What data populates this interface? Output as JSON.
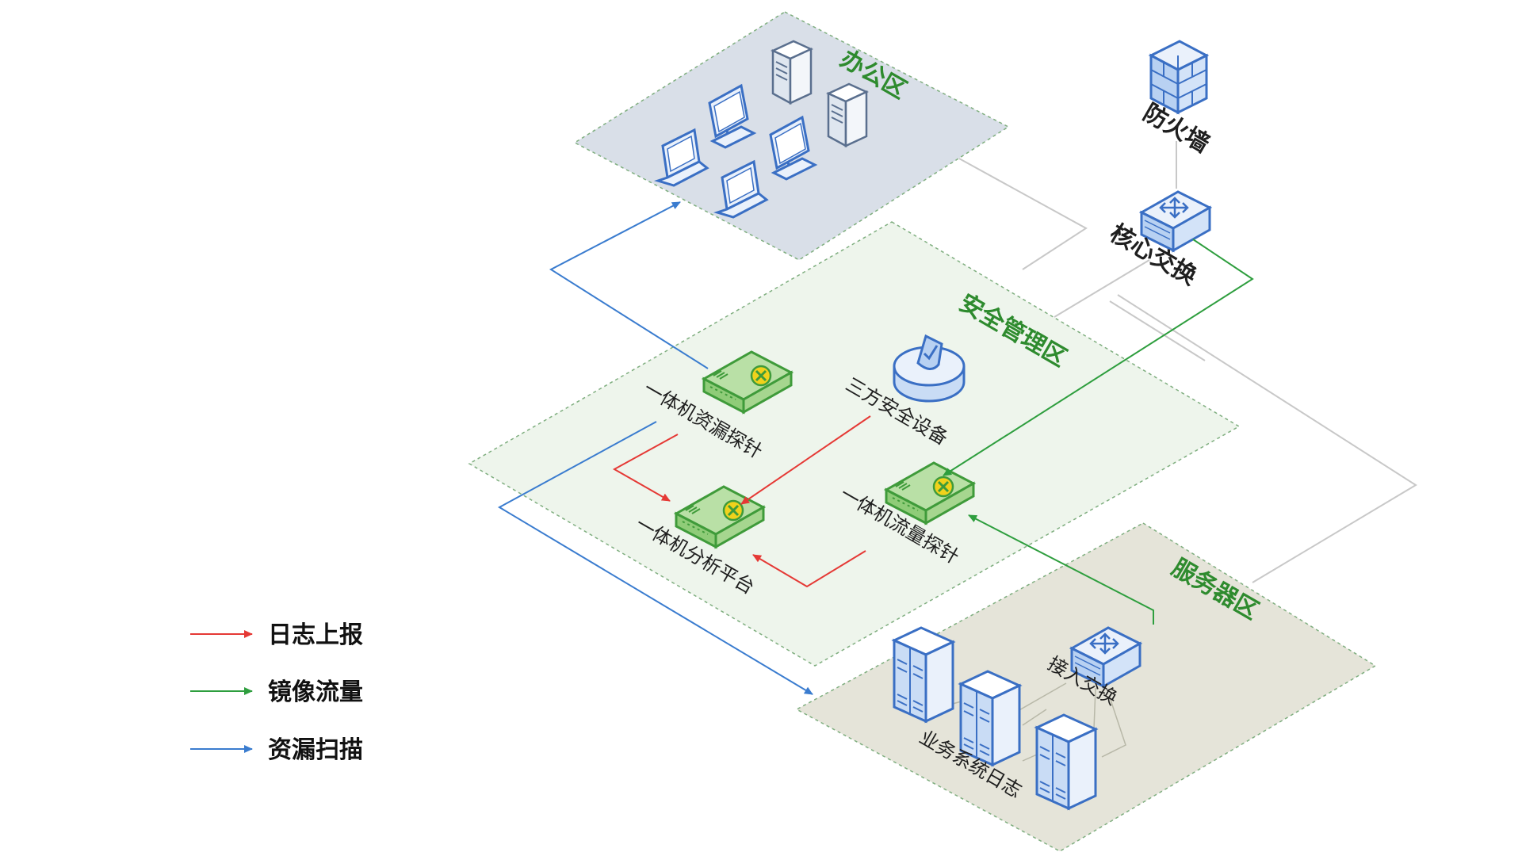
{
  "colors": {
    "log_report": "#e53935",
    "mirror_traffic": "#2e9e3e",
    "vuln_scan": "#3a7ccf",
    "zone_label": "#2e8b2e",
    "office_zone_fill": "#d9dfe8",
    "security_zone_fill": "#eef5ec",
    "server_zone_fill": "#e5e4d9",
    "uplink_line": "#c8c8c8"
  },
  "zones": {
    "office": {
      "label": "办公区"
    },
    "security": {
      "label": "安全管理区"
    },
    "server": {
      "label": "服务器区"
    }
  },
  "devices": {
    "firewall": {
      "label": "防火墙",
      "icon": "firewall-icon"
    },
    "core_switch": {
      "label": "核心交换",
      "icon": "switch-icon"
    },
    "vuln_probe": {
      "label": "一体机资漏探针",
      "icon": "probe-appliance-icon"
    },
    "third_party": {
      "label": "三方安全设备",
      "icon": "shield-device-icon"
    },
    "analysis_platform": {
      "label": "一体机分析平台",
      "icon": "probe-appliance-icon"
    },
    "traffic_probe": {
      "label": "一体机流量探针",
      "icon": "probe-appliance-icon"
    },
    "access_switch": {
      "label": "接入交换",
      "icon": "switch-icon"
    },
    "business_servers": {
      "label": "业务系统日志",
      "icon": "server-rack-icon"
    }
  },
  "legend": [
    {
      "label": "日志上报",
      "color": "#e53935"
    },
    {
      "label": "镜像流量",
      "color": "#2e9e3e"
    },
    {
      "label": "资漏扫描",
      "color": "#3a7ccf"
    }
  ]
}
